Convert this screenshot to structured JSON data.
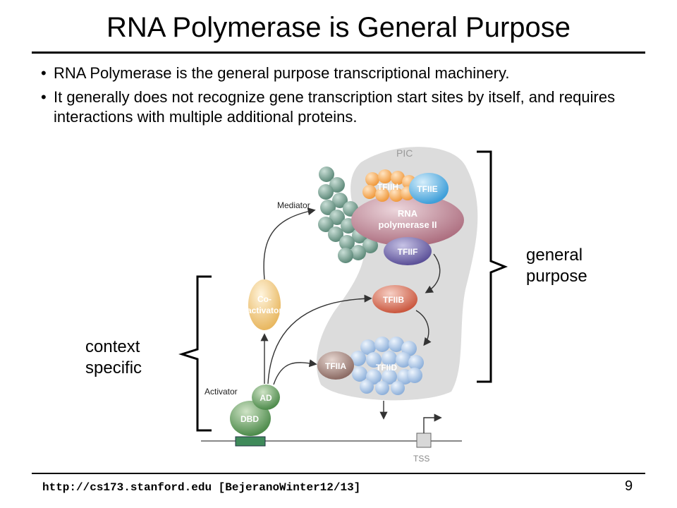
{
  "slide": {
    "title": "RNA Polymerase is General Purpose",
    "bullets": [
      "RNA Polymerase is the general purpose transcriptional machinery.",
      "It generally does not recognize gene transcription start sites by itself, and requires interactions with multiple additional proteins."
    ],
    "general_label": [
      "general",
      "purpose"
    ],
    "context_label": [
      "context",
      "specific"
    ],
    "footer_url": "http://cs173.stanford.edu [BejeranoWinter12/13]",
    "page_number": "9"
  },
  "diagram": {
    "pic": "PIC",
    "mediator": "Mediator",
    "tfiih": "TFIIH",
    "tfiie": "TFIIE",
    "rnap_line1": "RNA",
    "rnap_line2": "polymerase II",
    "tfiif": "TFIIF",
    "tfiib": "TFIIB",
    "tfiia": "TFIIA",
    "tfiid": "TFIID",
    "coactivator_line1": "Co-",
    "coactivator_line2": "activator",
    "activator": "Activator",
    "ad": "AD",
    "dbd": "DBD",
    "tss": "TSS"
  }
}
